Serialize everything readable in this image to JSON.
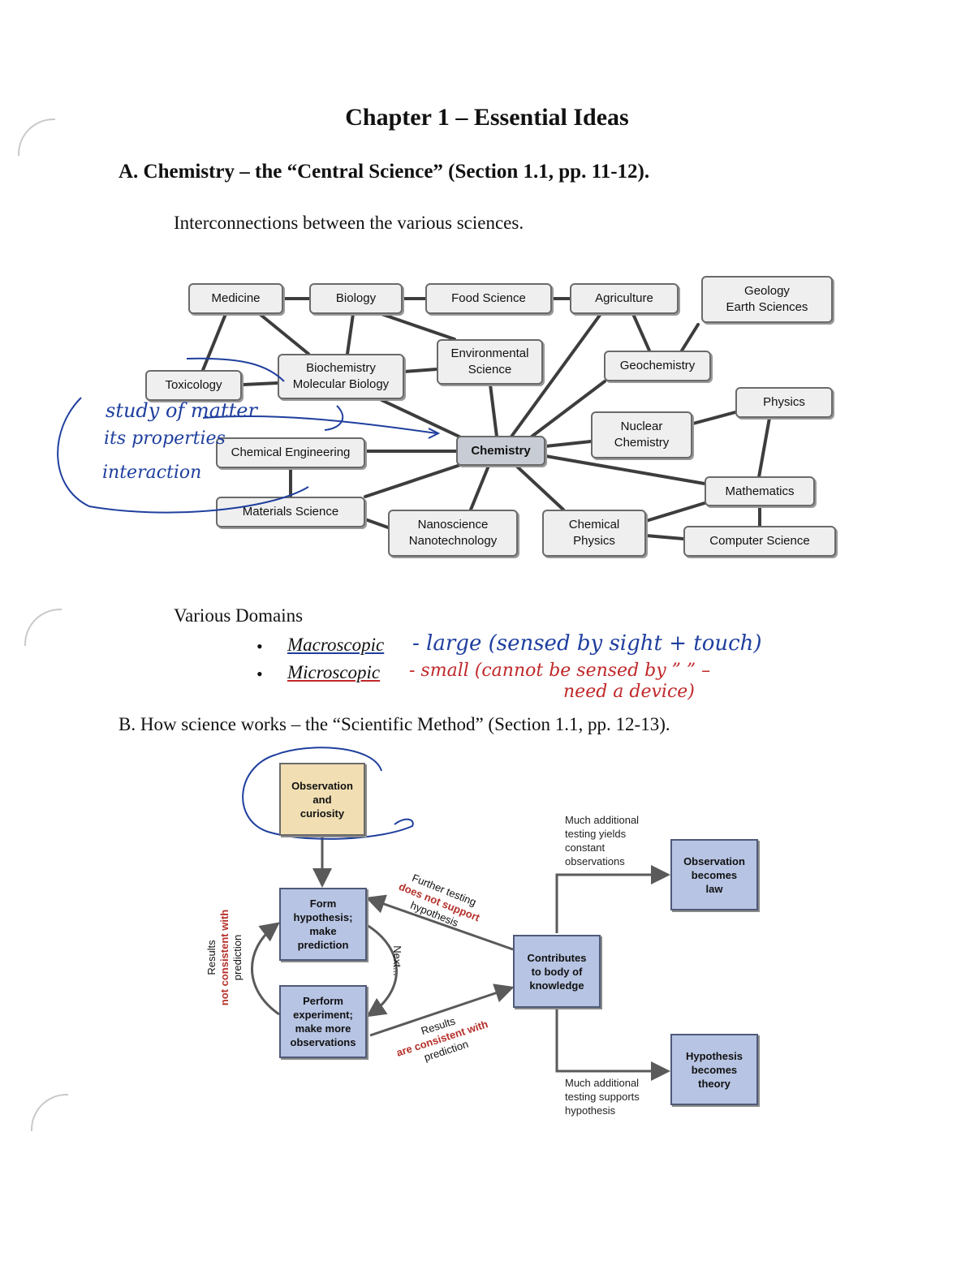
{
  "title": "Chapter 1 – Essential Ideas",
  "section_a": {
    "heading": "A. Chemistry – the “Central Science” (Section 1.1, pp. 11-12).",
    "intro": "Interconnections between the various sciences.",
    "nodes": {
      "medicine": "Medicine",
      "biology": "Biology",
      "food_science": "Food Science",
      "agriculture": "Agriculture",
      "geology": "Geology\nEarth Sciences",
      "toxicology": "Toxicology",
      "biochemistry": "Biochemistry\nMolecular Biology",
      "environmental": "Environmental\nScience",
      "geochemistry": "Geochemistry",
      "physics": "Physics",
      "chemical_engineering": "Chemical Engineering",
      "chemistry": "Chemistry",
      "nuclear": "Nuclear\nChemistry",
      "mathematics": "Mathematics",
      "materials": "Materials Science",
      "nanoscience": "Nanoscience\nNanotechnology",
      "chemical_physics": "Chemical\nPhysics",
      "computer_science": "Computer Science"
    },
    "handwritten": {
      "line1": "study of matter",
      "line2": "its properties",
      "line3": "interaction"
    }
  },
  "domains": {
    "title": "Various Domains",
    "items": [
      {
        "term": "Macroscopic",
        "note": "- large (sensed by sight + touch)"
      },
      {
        "term": "Microscopic",
        "note": "- small (cannot be sensed by ”  ”  –",
        "note2": "need a device)"
      }
    ]
  },
  "section_b": {
    "heading": "B. How science works – the “Scientific Method” (Section 1.1, pp. 12-13).",
    "boxes": {
      "observation": "Observation\nand\ncuriosity",
      "form": "Form\nhypothesis;\nmake\nprediction",
      "perform": "Perform\nexperiment;\nmake more\nobservations",
      "contributes": "Contributes\nto body of\nknowledge",
      "law": "Observation\nbecomes\nlaw",
      "theory": "Hypothesis\nbecomes\ntheory"
    },
    "notes": {
      "yields": "Much additional\ntesting yields\nconstant\nobservations",
      "supports": "Much additional\ntesting supports\nhypothesis",
      "next": "Next...",
      "further_1": "Further testing",
      "further_2": "does not support",
      "further_3": "hypothesis",
      "results_1": "Results",
      "results_2": "are consistent with",
      "results_3": "prediction",
      "left_1": "Results",
      "left_2": "not consistent with",
      "left_3": "prediction"
    }
  }
}
